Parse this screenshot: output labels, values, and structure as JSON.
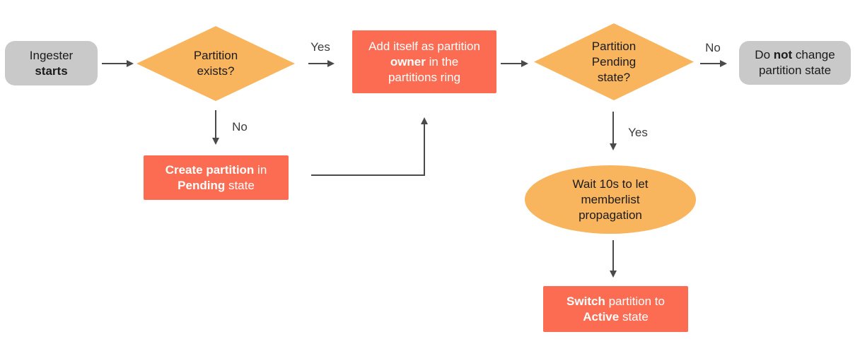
{
  "colors": {
    "orange": "#F8B55E",
    "red": "#FB6C52",
    "gray": "#C9C9C9",
    "arrow": "#4A4A4A",
    "text_dark": "#1B1B1D",
    "text_on_red": "#FFFFFF"
  },
  "nodes": {
    "ingester_starts": {
      "shape": "rounded-rect",
      "parts": [
        {
          "t": "Ingester"
        },
        {
          "br": true
        },
        {
          "t": "starts",
          "b": true
        }
      ]
    },
    "partition_exists": {
      "shape": "diamond",
      "parts": [
        {
          "t": "Partition"
        },
        {
          "br": true
        },
        {
          "t": "exists?"
        }
      ]
    },
    "add_owner": {
      "shape": "rect",
      "parts": [
        {
          "t": "Add itself as partition"
        },
        {
          "br": true
        },
        {
          "t": "owner",
          "b": true
        },
        {
          "t": " in the"
        },
        {
          "br": true
        },
        {
          "t": "partitions ring"
        }
      ]
    },
    "partition_pending": {
      "shape": "diamond",
      "parts": [
        {
          "t": "Partition"
        },
        {
          "br": true
        },
        {
          "t": "Pending"
        },
        {
          "br": true
        },
        {
          "t": "state?"
        }
      ]
    },
    "do_not_change": {
      "shape": "rounded-rect",
      "parts": [
        {
          "t": "Do "
        },
        {
          "t": "not",
          "b": true
        },
        {
          "t": " change"
        },
        {
          "br": true
        },
        {
          "t": "partition state"
        }
      ]
    },
    "create_partition": {
      "shape": "rect",
      "parts": [
        {
          "t": "Create partition",
          "b": true
        },
        {
          "t": " in"
        },
        {
          "br": true
        },
        {
          "t": "Pending",
          "b": true
        },
        {
          "t": " state"
        }
      ]
    },
    "wait_memberlist": {
      "shape": "ellipse",
      "parts": [
        {
          "t": "Wait 10s to let"
        },
        {
          "br": true
        },
        {
          "t": "memberlist"
        },
        {
          "br": true
        },
        {
          "t": "propagation"
        }
      ]
    },
    "switch_active": {
      "shape": "rect",
      "parts": [
        {
          "t": "Switch",
          "b": true
        },
        {
          "t": " partition to"
        },
        {
          "br": true
        },
        {
          "t": "Active",
          "b": true
        },
        {
          "t": " state"
        }
      ]
    }
  },
  "edge_labels": {
    "exists_yes": "Yes",
    "exists_no": "No",
    "pending_yes": "Yes",
    "pending_no": "No"
  }
}
